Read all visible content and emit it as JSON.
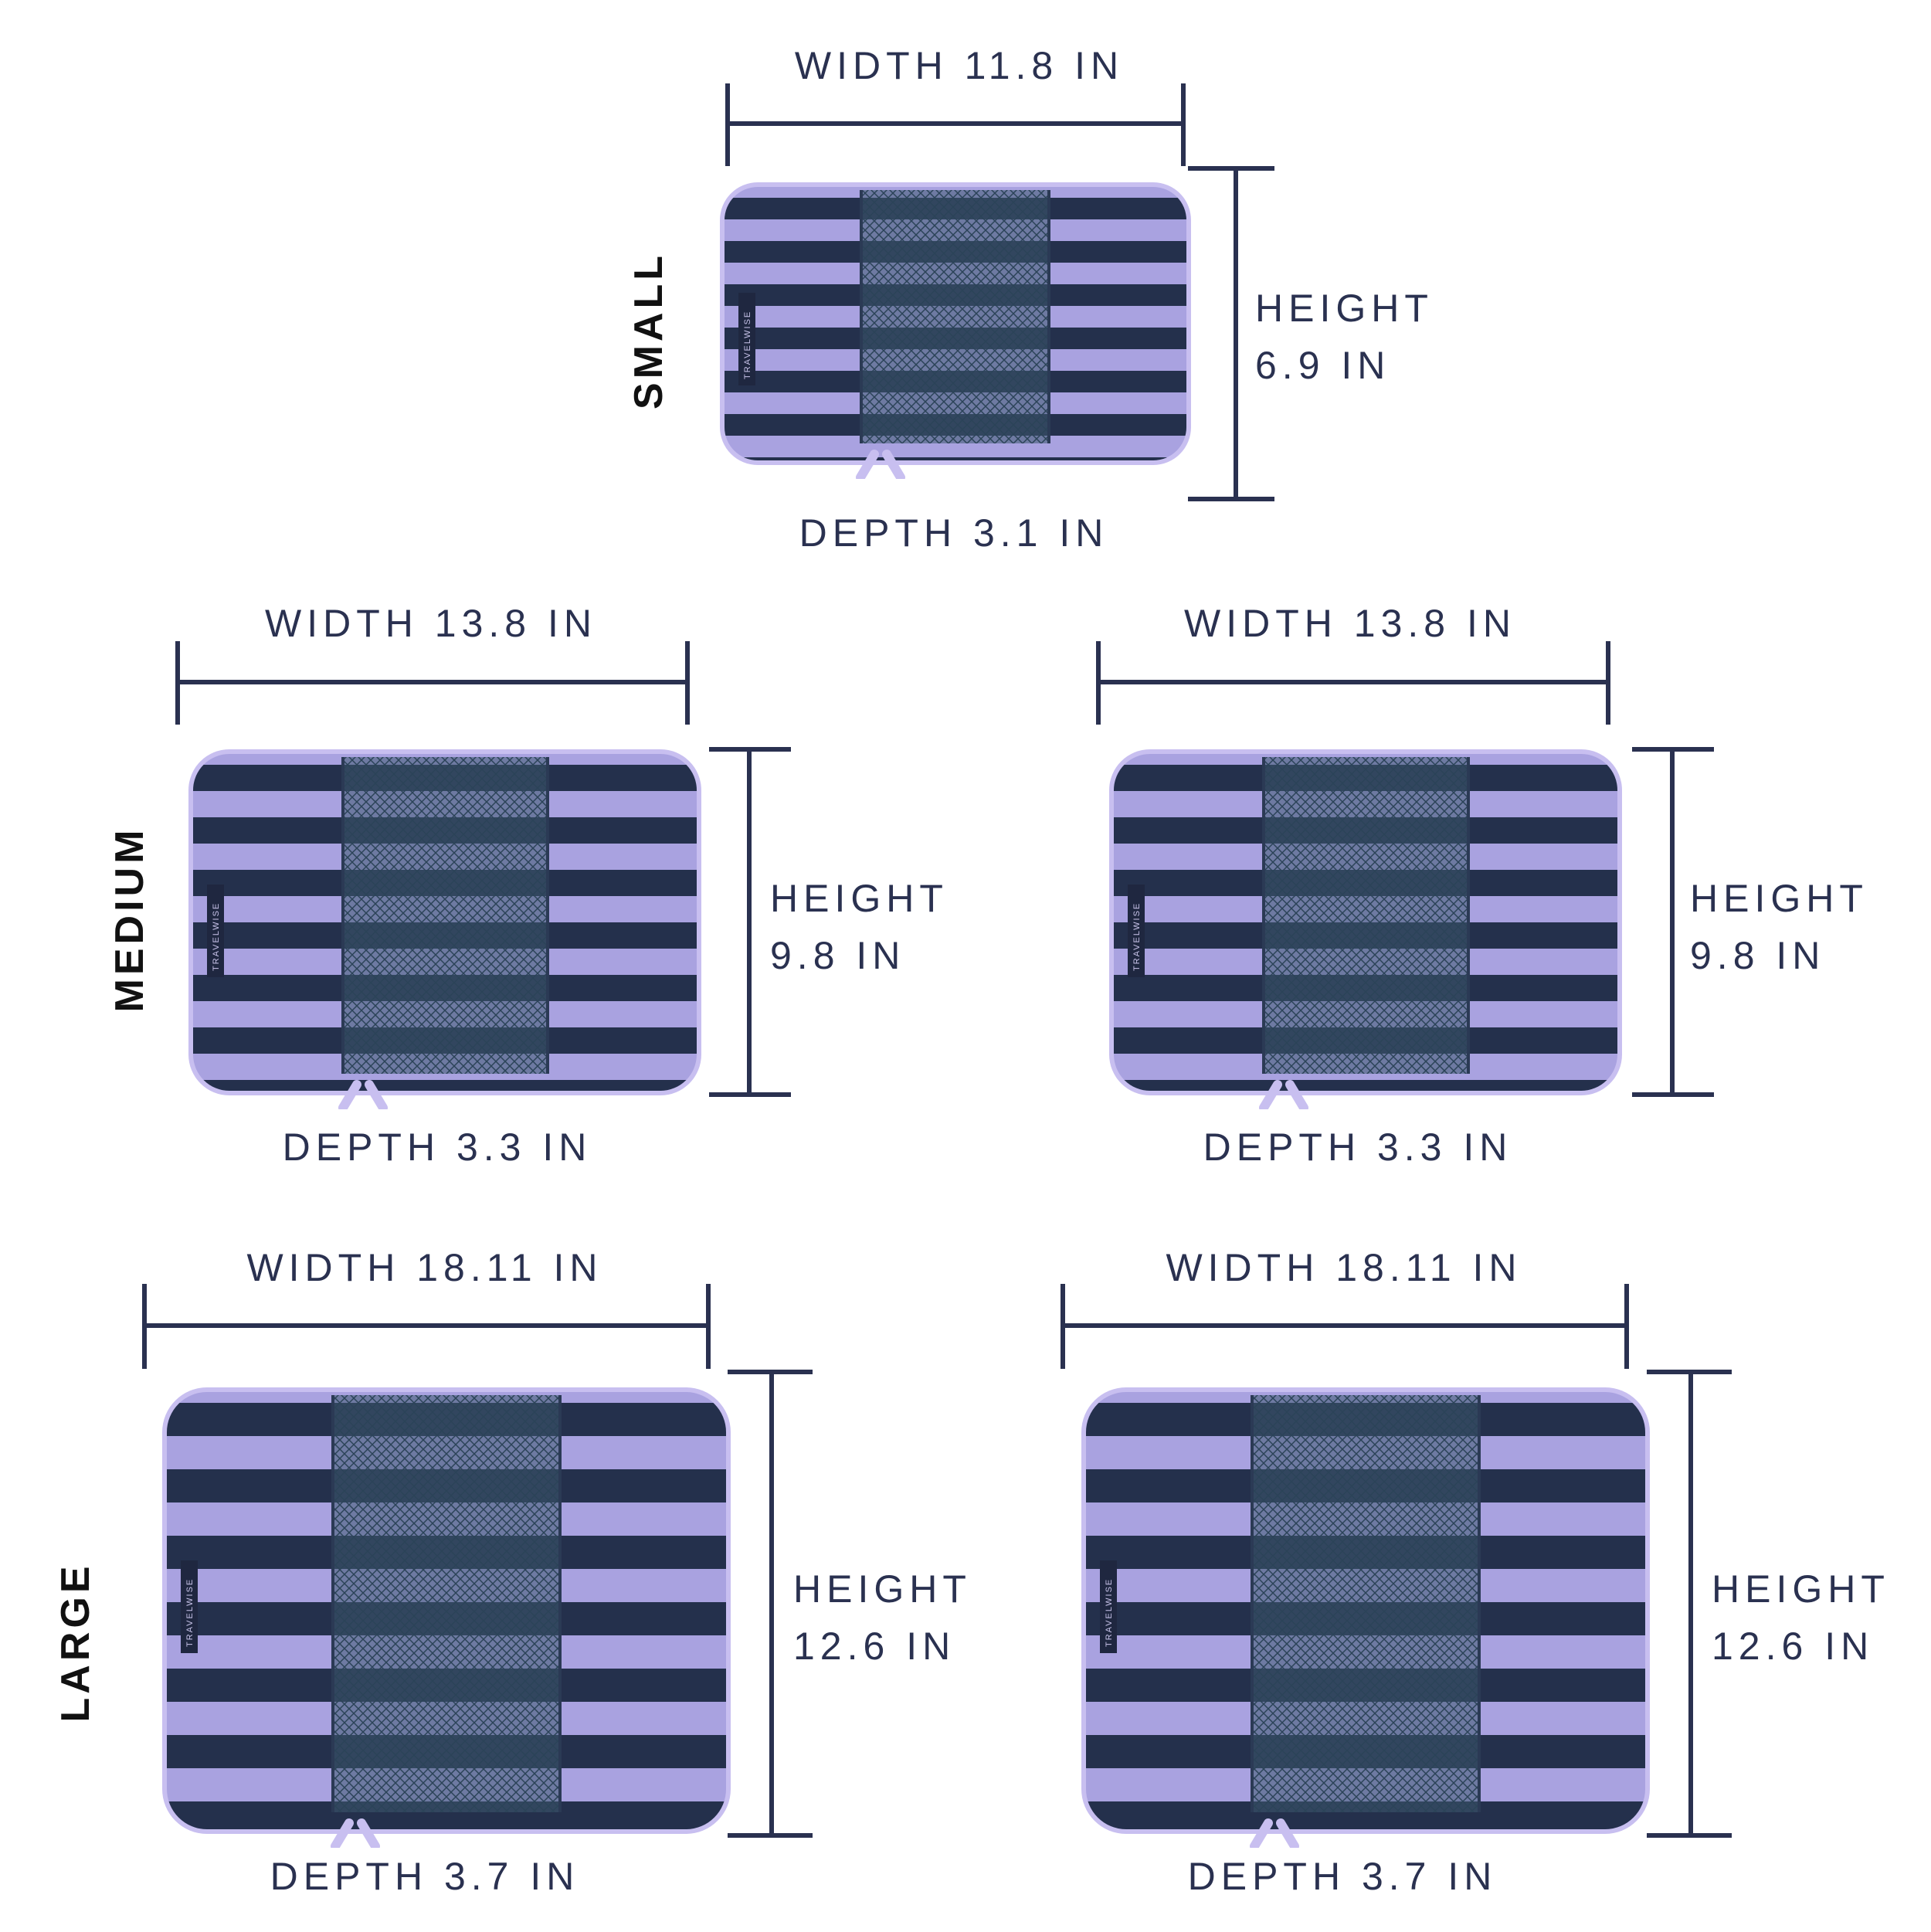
{
  "brand_tag": "TRAVELWISE",
  "colors": {
    "navy": "#2a3150",
    "lavender": "#a9a2e0",
    "stripe_dark": "#24304c",
    "trim": "#c8bff0",
    "mesh": "#3e5a70"
  },
  "sizes": {
    "small": {
      "label": "SMALL",
      "width": "WIDTH 11.8 IN",
      "height_title": "HEIGHT",
      "height_value": "6.9 IN",
      "depth": "DEPTH 3.1 IN"
    },
    "medium": {
      "label": "MEDIUM",
      "cubes": [
        {
          "width": "WIDTH 13.8 IN",
          "height_title": "HEIGHT",
          "height_value": "9.8 IN",
          "depth": "DEPTH 3.3 IN"
        },
        {
          "width": "WIDTH 13.8 IN",
          "height_title": "HEIGHT",
          "height_value": "9.8 IN",
          "depth": "DEPTH 3.3 IN"
        }
      ]
    },
    "large": {
      "label": "LARGE",
      "cubes": [
        {
          "width": "WIDTH 18.11 IN",
          "height_title": "HEIGHT",
          "height_value": "12.6 IN",
          "depth": "DEPTH 3.7 IN"
        },
        {
          "width": "WIDTH 18.11 IN",
          "height_title": "HEIGHT",
          "height_value": "12.6 IN",
          "depth": "DEPTH 3.7 IN"
        }
      ]
    }
  }
}
